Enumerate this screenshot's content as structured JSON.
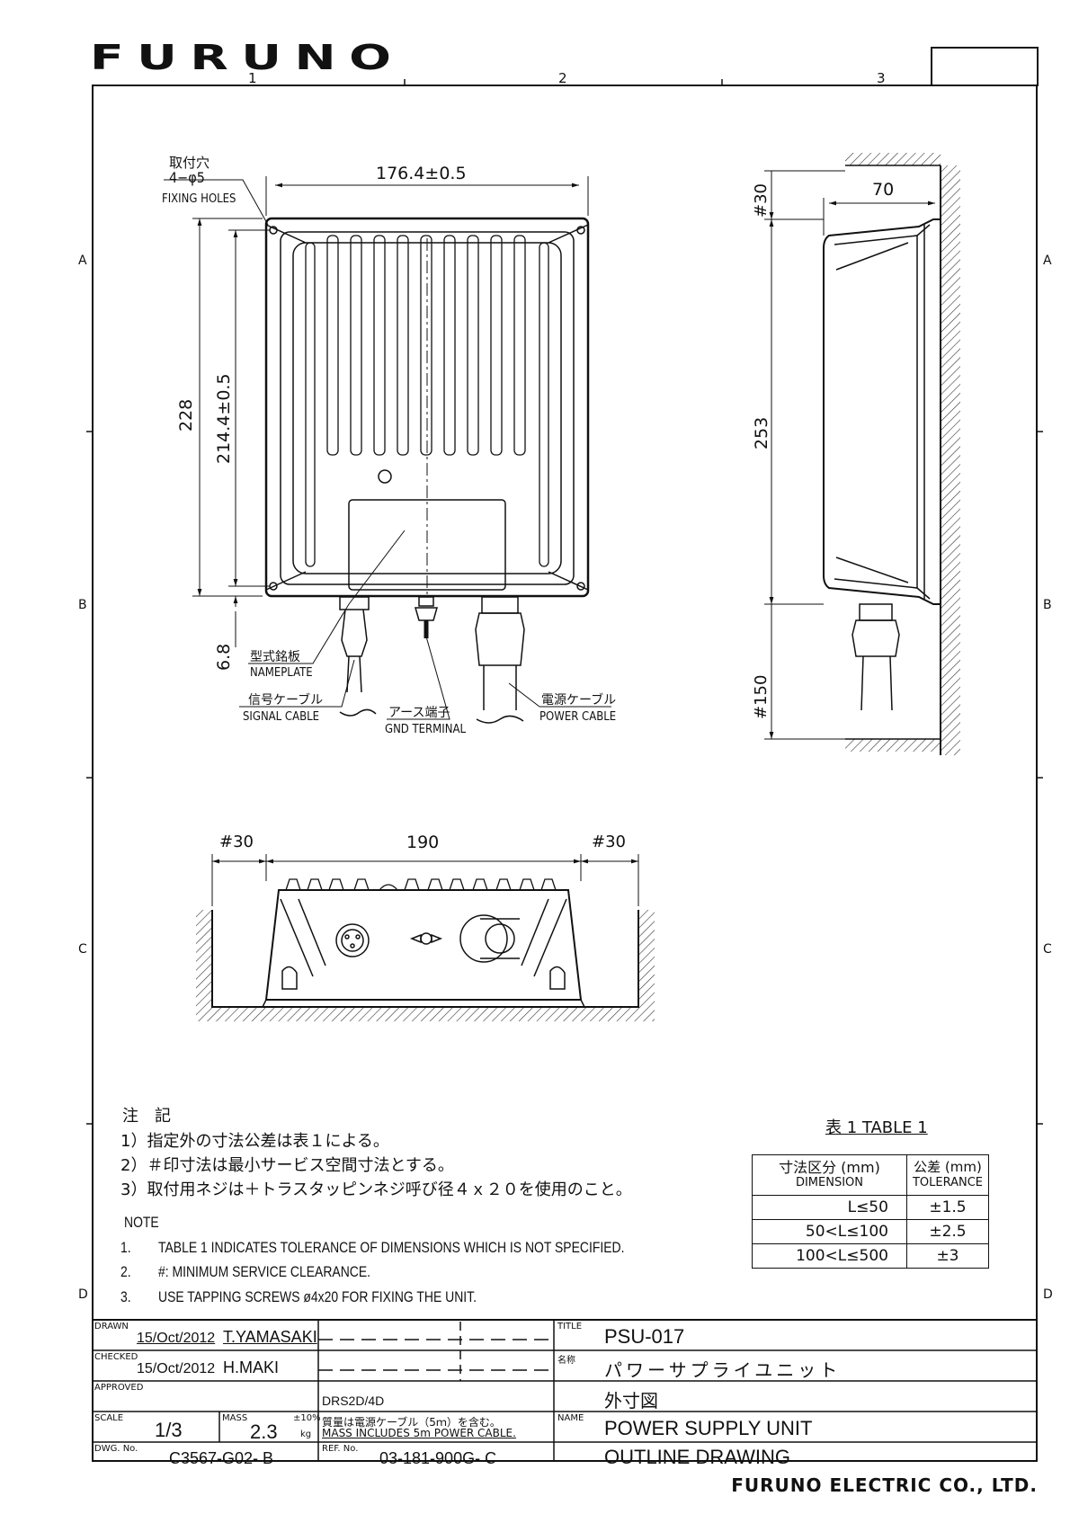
{
  "header": {
    "logo": "FURUNO",
    "columns": [
      "1",
      "2",
      "3"
    ],
    "rows": [
      "A",
      "B",
      "C",
      "D"
    ]
  },
  "front_view": {
    "fixing_holes_jp": "取付穴",
    "fixing_holes_spec": "4−φ5",
    "fixing_holes_en": "FIXING HOLES",
    "width_dim": "176.4±0.5",
    "height_dim": "228",
    "hole_pitch_dim": "214.4±0.5",
    "bottom_dim": "6.8",
    "nameplate_jp": "型式銘板",
    "nameplate_en": "NAMEPLATE",
    "signal_jp": "信号ケーブル",
    "signal_en": "SIGNAL CABLE",
    "gnd_jp": "アース端子",
    "gnd_en": "GND TERMINAL",
    "power_jp": "電源ケーブル",
    "power_en": "POWER CABLE"
  },
  "side_view": {
    "clear_top": "#30",
    "depth_dim": "70",
    "height_dim": "253",
    "clear_bottom": "#150"
  },
  "bottom_view": {
    "clear_left": "#30",
    "width_dim": "190",
    "clear_right": "#30"
  },
  "notes": {
    "jp_title": "注　記",
    "jp_items": [
      "1）指定外の寸法公差は表１による。",
      "2）＃印寸法は最小サービス空間寸法とする。",
      "3）取付用ネジは＋トラスタッピンネジ呼び径４ｘ２０を使用のこと。"
    ],
    "en_title": "NOTE",
    "en_items": [
      {
        "num": "1.",
        "text": "TABLE 1 INDICATES TOLERANCE OF DIMENSIONS WHICH IS NOT SPECIFIED."
      },
      {
        "num": "2.",
        "text": "#: MINIMUM SERVICE CLEARANCE."
      },
      {
        "num": "3.",
        "text": "USE TAPPING SCREWS ø4x20 FOR FIXING THE UNIT."
      }
    ]
  },
  "table1": {
    "caption": "表 1  TABLE 1",
    "header_dim_jp": "寸法区分 (mm)",
    "header_dim_en": "DIMENSION",
    "header_tol_jp": "公差 (mm)",
    "header_tol_en": "TOLERANCE",
    "rows": [
      {
        "range": "L≤50",
        "tol": "±1.5"
      },
      {
        "range": "50<L≤100",
        "tol": "±2.5"
      },
      {
        "range": "100<L≤500",
        "tol": "±3"
      }
    ]
  },
  "title_block": {
    "drawn_label": "DRAWN",
    "drawn_date": "15/Oct/2012",
    "drawn_by": "T.YAMASAKI",
    "checked_label": "CHECKED",
    "checked_date": "15/Oct/2012",
    "checked_by": "H.MAKI",
    "approved_label": "APPROVED",
    "model_ref": "DRS2D/4D",
    "scale_label": "SCALE",
    "scale": "1/3",
    "mass_label": "MASS",
    "mass": "2.3",
    "mass_tol": "±10%",
    "mass_unit": "kg",
    "mass_note_jp": "質量は電源ケーブル（5ｍ）を含む。",
    "mass_note_en": "MASS INCLUDES 5m POWER CABLE.",
    "dwg_label": "DWG. No.",
    "dwg_no": "C3567-G02- B",
    "ref_label": "REF. No.",
    "ref_no": "03-181-900G- C",
    "title_label": "TITLE",
    "title": "PSU-017",
    "name_jp_label": "名称",
    "name_jp": "パワーサプライユニット",
    "outline_jp": "外寸図",
    "name_label": "NAME",
    "name_en": "POWER SUPPLY UNIT",
    "outline_en": "OUTLINE DRAWING"
  },
  "footer": {
    "company": "FURUNO ELECTRIC CO., LTD."
  }
}
